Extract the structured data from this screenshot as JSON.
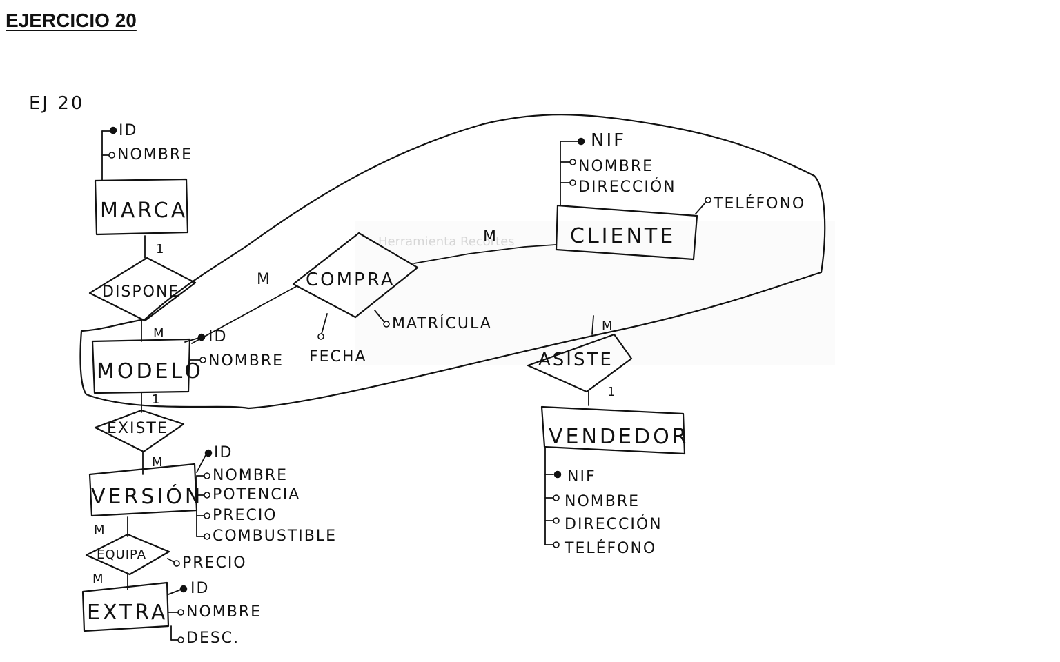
{
  "document": {
    "title": "EJERCICIO 20",
    "sketch_label": "EJ 20"
  },
  "overlay": {
    "tooltip_text": "Herramienta Recortes"
  },
  "entities": {
    "marca": {
      "name": "MARCA",
      "attributes": [
        "ID",
        "NOMBRE"
      ]
    },
    "modelo": {
      "name": "MODELO",
      "attributes": [
        "ID",
        "NOMBRE"
      ]
    },
    "version": {
      "name": "VERSIÓN",
      "attributes": [
        "ID",
        "NOMBRE",
        "POTENCIA",
        "PRECIO",
        "COMBUSTIBLE"
      ]
    },
    "extra": {
      "name": "EXTRA",
      "attributes": [
        "ID",
        "NOMBRE",
        "DESC."
      ]
    },
    "cliente": {
      "name": "CLIENTE",
      "attributes": [
        "NIF",
        "NOMBRE",
        "DIRECCIÓN",
        "TELÉFONO"
      ]
    },
    "vendedor": {
      "name": "VENDEDOR",
      "attributes": [
        "NIF",
        "NOMBRE",
        "DIRECCIÓN",
        "TELÉFONO"
      ]
    }
  },
  "relationships": {
    "dispone": {
      "name": "DISPONE",
      "card_marca": "1",
      "card_modelo": "M"
    },
    "existe": {
      "name": "EXISTE",
      "card_modelo": "1",
      "card_version": "M"
    },
    "equipa": {
      "name": "EQUIPA",
      "attributes": [
        "PRECIO"
      ],
      "card_version": "M",
      "card_extra": "M"
    },
    "compra": {
      "name": "COMPRA",
      "attributes": [
        "FECHA",
        "MATRÍCULA"
      ],
      "card_modelo": "M",
      "card_cliente": "M"
    },
    "asiste": {
      "name": "ASISTE",
      "card_aggregation": "M",
      "card_vendedor": "1"
    }
  },
  "colors": {
    "ink": "#111111",
    "background": "#ffffff"
  }
}
